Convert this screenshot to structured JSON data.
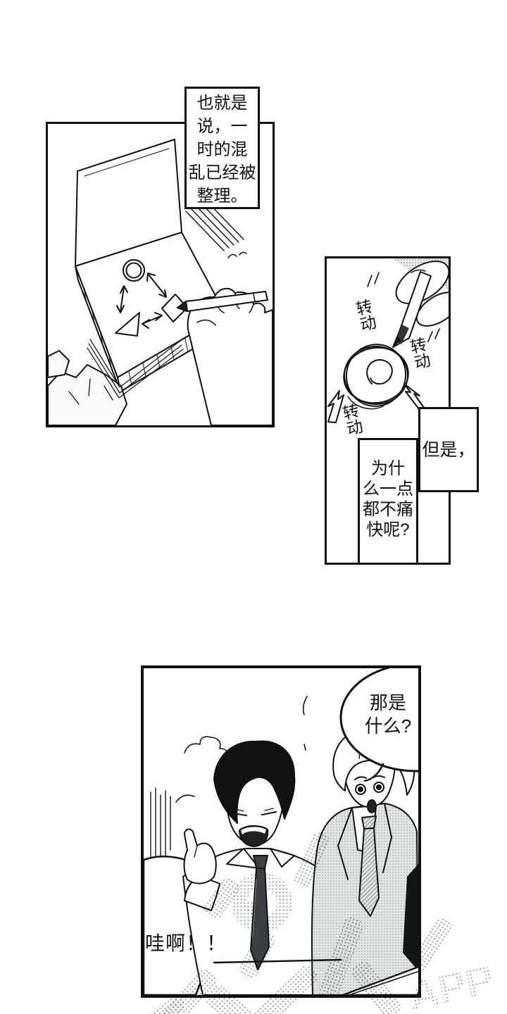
{
  "colors": {
    "ink": "#111111",
    "paper": "#ffffff",
    "suit_halftone": "#d9dcdc",
    "tie_dark": "#3b4045",
    "watermark_gray": "#b9bdbd"
  },
  "bubbles": {
    "narration": {
      "lines": [
        "也就是",
        "说，一",
        "时的混",
        "乱已经被",
        "整理。"
      ]
    },
    "but": {
      "text": "但是，"
    },
    "why": {
      "lines": [
        "为什",
        "么一点",
        "都不痛",
        "快呢?"
      ]
    },
    "what_is_that": {
      "lines": [
        "那是",
        "什么?"
      ]
    },
    "scream": {
      "text": "哇啊！！"
    }
  },
  "labels": {
    "rotate1": "转动",
    "rotate2": "转动",
    "rotate3": "转动"
  },
  "watermark": {
    "app_text": "APP"
  }
}
